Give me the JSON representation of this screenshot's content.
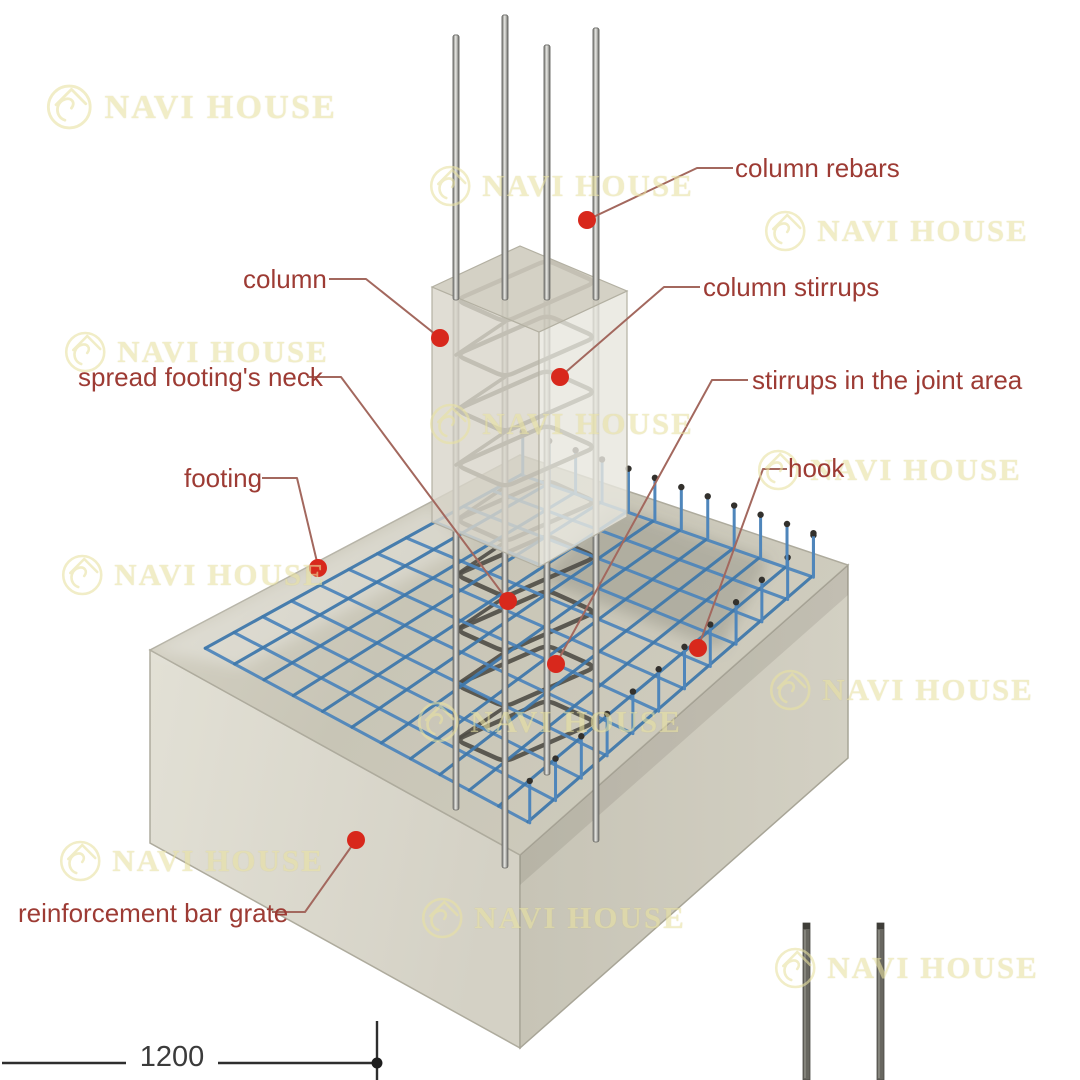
{
  "diagram": {
    "type": "construction-detail-3d",
    "subject": "spread footing with column reinforcement",
    "labels": [
      {
        "id": "column-rebars",
        "text": "column rebars"
      },
      {
        "id": "column",
        "text": "column"
      },
      {
        "id": "column-stirrups",
        "text": "column stirrups"
      },
      {
        "id": "spread-footings-neck",
        "text": "spread footing's neck"
      },
      {
        "id": "stirrups-in-the-joint-area",
        "text": "stirrups in the joint area"
      },
      {
        "id": "footing",
        "text": "footing"
      },
      {
        "id": "hook",
        "text": "hook"
      },
      {
        "id": "reinforcement-bar-grate",
        "text": "reinforcement bar grate"
      }
    ],
    "dimension": {
      "value": "1200"
    },
    "watermark": {
      "text": "NAVI HOUSE",
      "logo": "navi-house-logo"
    },
    "colors": {
      "label-red": "#9d3b34",
      "leader-red": "#a3685e",
      "dot-red": "#d8281c",
      "mesh-blue": "#4f86bb",
      "watermark-yellow": "#e9e2a2",
      "dimension-dark": "#2e2e2e"
    }
  }
}
